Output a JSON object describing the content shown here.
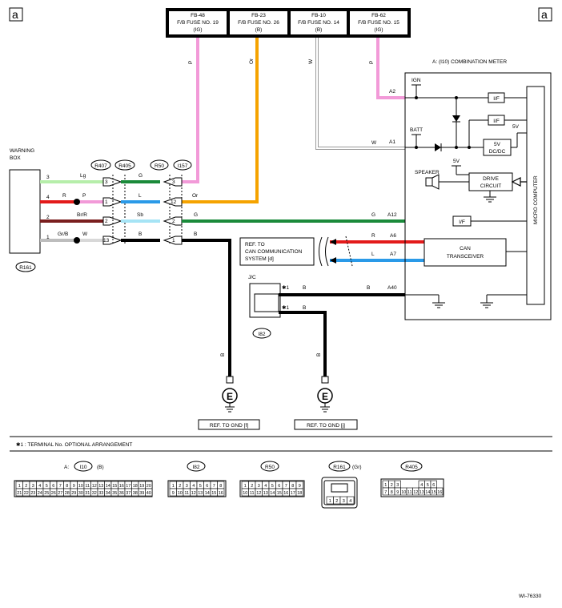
{
  "corner_label": "a",
  "fuses": [
    {
      "id": "FB-48",
      "line": "F/B FUSE NO. 19",
      "sub": "(IG)"
    },
    {
      "id": "FB-23",
      "line": "F/B FUSE NO. 26",
      "sub": "(B)"
    },
    {
      "id": "FB-10",
      "line": "F/B FUSE NO. 14",
      "sub": "(B)"
    },
    {
      "id": "FB-62",
      "line": "F/B FUSE NO. 15",
      "sub": "(IG)"
    }
  ],
  "wire_colors": {
    "P": "P",
    "Or": "Or",
    "W": "W",
    "Lg": "Lg",
    "R": "R",
    "Br_R": "Br/R",
    "Gr_B": "Gr/B",
    "G": "G",
    "L": "L",
    "Sb": "Sb",
    "B": "B"
  },
  "warning_box": {
    "title1": "WARNING",
    "title2": "BOX",
    "connector": "R161",
    "pins": [
      "3",
      "4",
      "2",
      "1"
    ]
  },
  "connectors": {
    "r407": "R407",
    "r405": "R405",
    "r50": "R50",
    "i157": "I157",
    "i82": "I82"
  },
  "pins": {
    "p3a": "3",
    "p1a": "1",
    "p2a": "2",
    "p13a": "13",
    "p3b": "3",
    "p12b": "12",
    "p2b": "2",
    "p1b": "1"
  },
  "meter": {
    "title": "A: (I10) COMBINATION METER",
    "terminals": {
      "a2": "A2",
      "a1": "A1",
      "a12": "A12",
      "a6": "A6",
      "a7": "A7",
      "a40": "A40"
    },
    "ign": "IGN",
    "batt": "BATT",
    "if": "I/F",
    "fivev": "5V",
    "dcdc1": "5V",
    "dcdc2": "DC/DC",
    "speaker": "SPEAKER",
    "drive1": "DRIVE",
    "drive2": "CIRCUIT",
    "can1": "CAN",
    "can2": "TRANSCEIVER",
    "micro": "MICRO COMPUTER"
  },
  "ref_can": {
    "l1": "REF. TO",
    "l2": "CAN COMMUNICATION",
    "l3": "SYSTEM [d]"
  },
  "jc": {
    "label": "J/C",
    "star": "✱1"
  },
  "ground": {
    "symbol": "E",
    "ref1": "REF. TO GND [f]",
    "ref2": "REF. TO GND [j]"
  },
  "footnote": "✱1 : TERMINAL No. OPTIONAL ARRANGEMENT",
  "conn_views": {
    "i10": {
      "prefix": "A:",
      "name": "I10",
      "suffix": "(B)",
      "row1": [
        "1",
        "2",
        "3",
        "4",
        "5",
        "6",
        "7",
        "8",
        "9",
        "10",
        "11",
        "12",
        "13",
        "14",
        "15",
        "16",
        "17",
        "18",
        "19",
        "20"
      ],
      "row2": [
        "21",
        "22",
        "23",
        "24",
        "25",
        "26",
        "27",
        "28",
        "29",
        "30",
        "31",
        "32",
        "33",
        "34",
        "35",
        "36",
        "37",
        "38",
        "39",
        "40"
      ]
    },
    "i82": {
      "name": "I82",
      "row1": [
        "1",
        "2",
        "3",
        "4",
        "5",
        "6",
        "7",
        "8"
      ],
      "row2": [
        "9",
        "10",
        "11",
        "12",
        "13",
        "14",
        "15",
        "16"
      ]
    },
    "r50": {
      "name": "R50",
      "row1": [
        "1",
        "2",
        "3",
        "4",
        "5",
        "6",
        "7",
        "8",
        "9"
      ],
      "row2": [
        "10",
        "11",
        "12",
        "13",
        "14",
        "15",
        "16",
        "17",
        "18"
      ]
    },
    "r161": {
      "name": "R161",
      "suffix": "(Gr)",
      "row1": [
        "1",
        "2",
        "3",
        "4"
      ]
    },
    "r405": {
      "name": "R405",
      "row1": [
        "1",
        "2",
        "3",
        "",
        "",
        "",
        "4",
        "5",
        "6"
      ],
      "row2": [
        "7",
        "8",
        "9",
        "10",
        "11",
        "12",
        "13",
        "14",
        "15",
        "16"
      ]
    }
  },
  "doc_id": "WI-76330",
  "colors": {
    "pink": "#f29ad8",
    "orange": "#f5a300",
    "green": "#1a8a3a",
    "red": "#e31a1a",
    "blue": "#2a9ae8",
    "lightgreen": "#b6eeaa",
    "cyan": "#a6e4f5",
    "brown": "#7a1e1e",
    "grey": "#bdbdbd",
    "black": "#000000"
  }
}
